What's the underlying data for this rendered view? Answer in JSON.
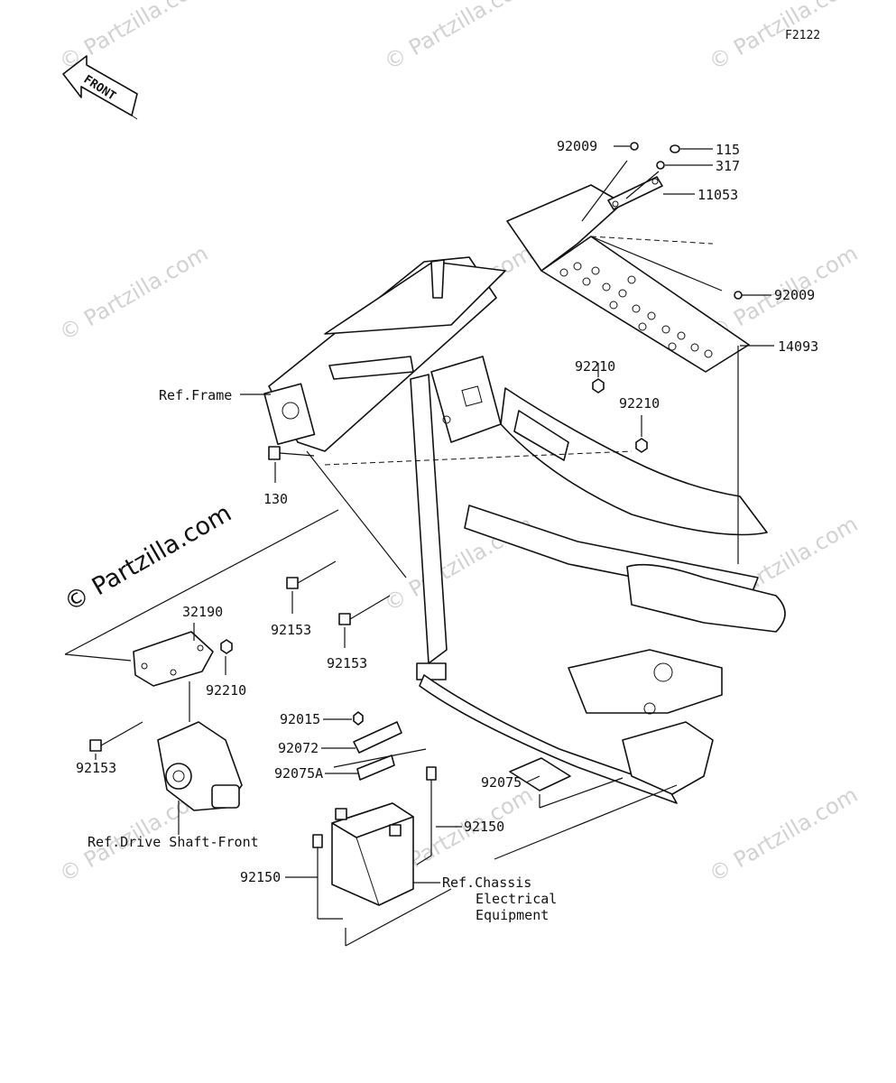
{
  "diagram": {
    "code": "F2122",
    "front_label": "FRONT",
    "watermark": "© Partzilla.com",
    "watermark_main": "© Partzilla.com"
  },
  "callouts": {
    "c92009_top": "92009",
    "c115": "115",
    "c317": "317",
    "c11053": "11053",
    "c92009_right": "92009",
    "c14093": "14093",
    "ref_frame": "Ref.Frame",
    "c92210_a": "92210",
    "c92210_b": "92210",
    "c130": "130",
    "c32190": "32190",
    "c92153_a": "92153",
    "c92153_b": "92153",
    "c92210_c": "92210",
    "c92153_c": "92153",
    "c92015": "92015",
    "c92072": "92072",
    "c92075a": "92075A",
    "c92075": "92075",
    "c92150_a": "92150",
    "c92150_b": "92150",
    "ref_drive": "Ref.Drive Shaft-Front",
    "ref_chassis_1": "Ref.Chassis",
    "ref_chassis_2": "Electrical",
    "ref_chassis_3": "Equipment"
  }
}
